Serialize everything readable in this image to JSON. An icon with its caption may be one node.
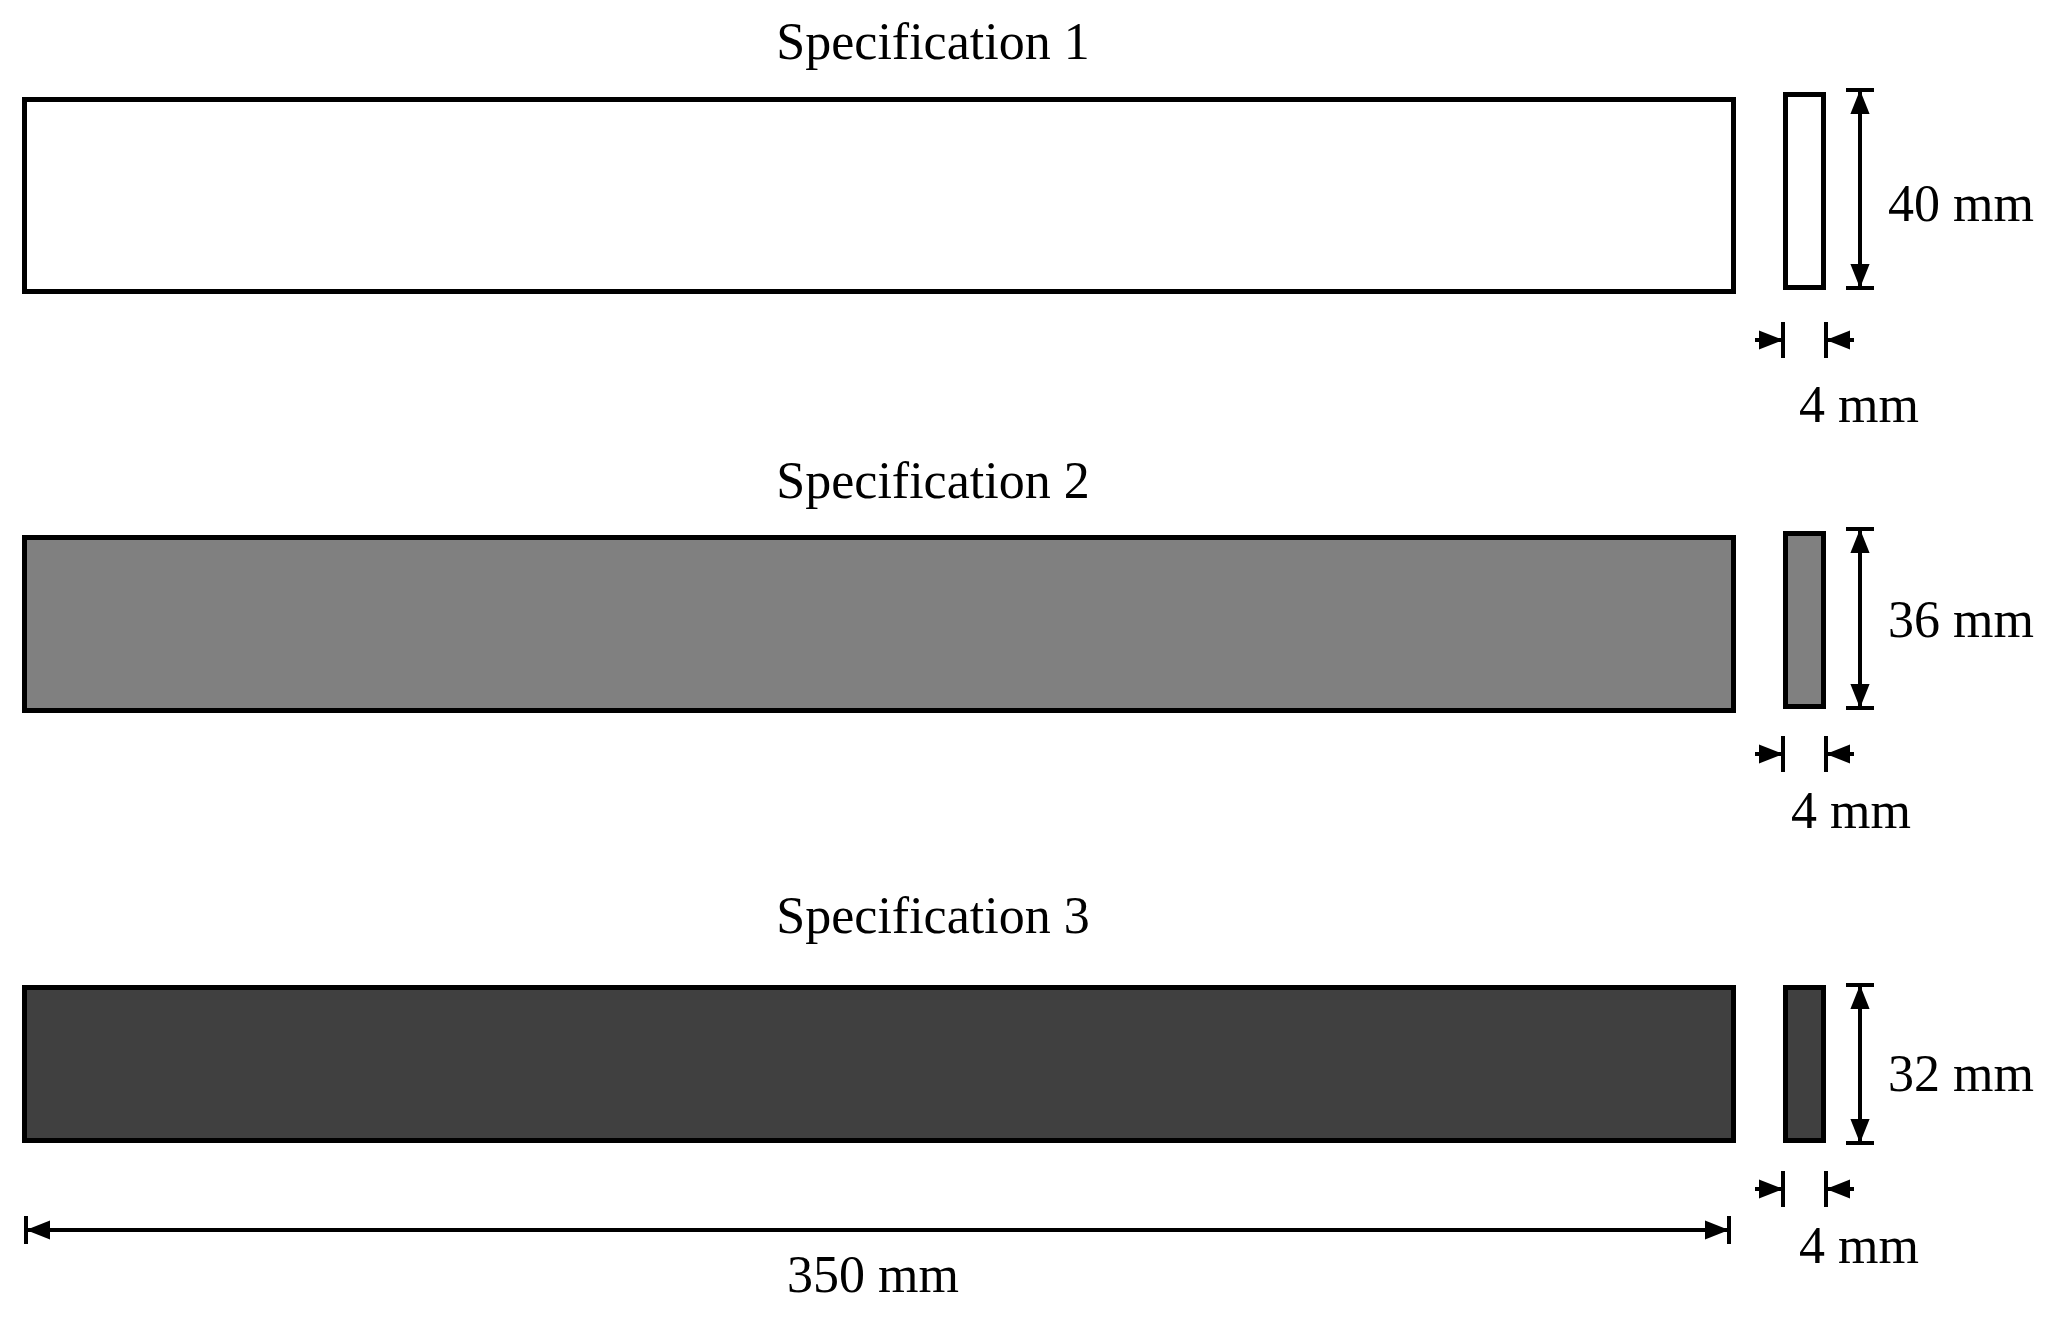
{
  "diagram": {
    "nodes": [
      {
        "text": [
          "Specification 1"
        ]
      },
      {
        "text": [],
        "shape": "box"
      },
      {
        "text": [
          "Specification 2"
        ]
      },
      {
        "text": [],
        "shape": "box"
      },
      {
        "text": [
          "Specification 3"
        ]
      },
      {
        "text": [],
        "shape": "box"
      }
    ],
    "labels": [
      "40 mm",
      "4 mm",
      "36 mm",
      "4 mm",
      "32 mm",
      "4 mm",
      "350 mm"
    ]
  }
}
